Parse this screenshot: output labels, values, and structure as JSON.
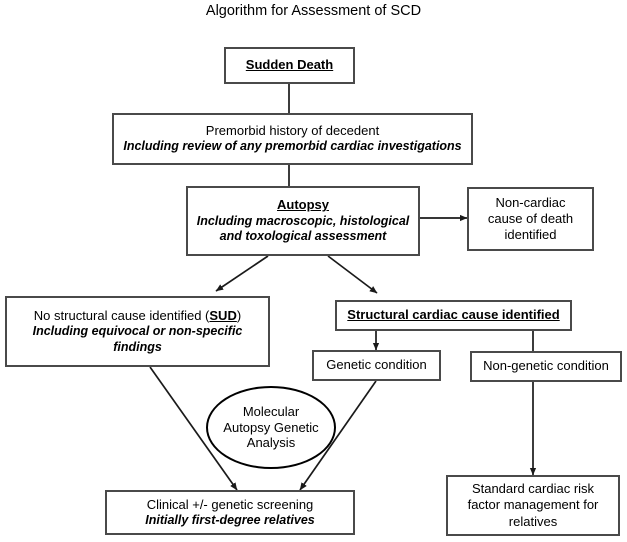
{
  "title": "Algorithm for Assessment of SCD",
  "diagram": {
    "type": "flowchart",
    "nodes": {
      "sudden_death": {
        "shape": "box",
        "lines": [
          {
            "text": "Sudden Death",
            "style": "bold-underline"
          }
        ]
      },
      "premorbid_history": {
        "shape": "box",
        "lines": [
          {
            "text": "Premorbid history of decedent",
            "style": "regular"
          },
          {
            "text": "Including review of any premorbid cardiac investigations",
            "style": "italic"
          }
        ]
      },
      "autopsy": {
        "shape": "box",
        "lines": [
          {
            "text": "Autopsy",
            "style": "bold-underline"
          },
          {
            "text": "Including macroscopic, histological",
            "style": "italic"
          },
          {
            "text": "and toxological assessment",
            "style": "italic"
          }
        ]
      },
      "non_cardiac": {
        "shape": "box",
        "lines": [
          {
            "text": "Non-cardiac",
            "style": "regular"
          },
          {
            "text": "cause of death",
            "style": "regular"
          },
          {
            "text": "identified",
            "style": "regular"
          }
        ]
      },
      "sud": {
        "shape": "box",
        "lines": [
          {
            "text_before": "No structural cause identified (",
            "emphasis": "SUD",
            "text_after": ")",
            "style": "regular-with-emphasis"
          },
          {
            "text": "Including equivocal or non-specific",
            "style": "italic"
          },
          {
            "text": "findings",
            "style": "italic"
          }
        ]
      },
      "structural_cardiac": {
        "shape": "box",
        "lines": [
          {
            "text": "Structural cardiac cause identified",
            "style": "bold-underline"
          }
        ]
      },
      "genetic_condition": {
        "shape": "box",
        "lines": [
          {
            "text": "Genetic condition",
            "style": "regular"
          }
        ]
      },
      "non_genetic_condition": {
        "shape": "box",
        "lines": [
          {
            "text": "Non-genetic condition",
            "style": "regular"
          }
        ]
      },
      "molecular_autopsy": {
        "shape": "ellipse",
        "lines": [
          {
            "text": "Molecular",
            "style": "regular"
          },
          {
            "text": "Autopsy Genetic",
            "style": "regular"
          },
          {
            "text": "Analysis",
            "style": "regular"
          }
        ]
      },
      "clinical_screening": {
        "shape": "box",
        "lines": [
          {
            "text": "Clinical +/- genetic screening",
            "style": "regular"
          },
          {
            "text": "Initially first-degree relatives",
            "style": "italic"
          }
        ]
      },
      "standard_risk": {
        "shape": "box",
        "lines": [
          {
            "text": "Standard cardiac risk",
            "style": "regular"
          },
          {
            "text": "factor management for",
            "style": "regular"
          },
          {
            "text": "relatives",
            "style": "regular"
          }
        ]
      }
    },
    "edges": [
      {
        "from": "sudden_death",
        "to": "premorbid_history",
        "arrow": false
      },
      {
        "from": "premorbid_history",
        "to": "autopsy",
        "arrow": false
      },
      {
        "from": "autopsy",
        "to": "non_cardiac",
        "arrow": true
      },
      {
        "from": "autopsy",
        "to": "sud",
        "arrow": true
      },
      {
        "from": "autopsy",
        "to": "structural_cardiac",
        "arrow": true
      },
      {
        "from": "structural_cardiac",
        "to": "genetic_condition",
        "arrow": true
      },
      {
        "from": "structural_cardiac",
        "to": "non_genetic_condition",
        "arrow": false
      },
      {
        "from": "sud",
        "to": "clinical_screening",
        "arrow": true
      },
      {
        "from": "genetic_condition",
        "to": "clinical_screening",
        "arrow": true
      },
      {
        "from": "non_genetic_condition",
        "to": "standard_risk",
        "arrow": true
      }
    ],
    "colors": {
      "box_border": "#4a4a4a",
      "ellipse_border": "#000000",
      "line": "#1a1a1a",
      "background": "#ffffff",
      "text": "#000000"
    }
  }
}
